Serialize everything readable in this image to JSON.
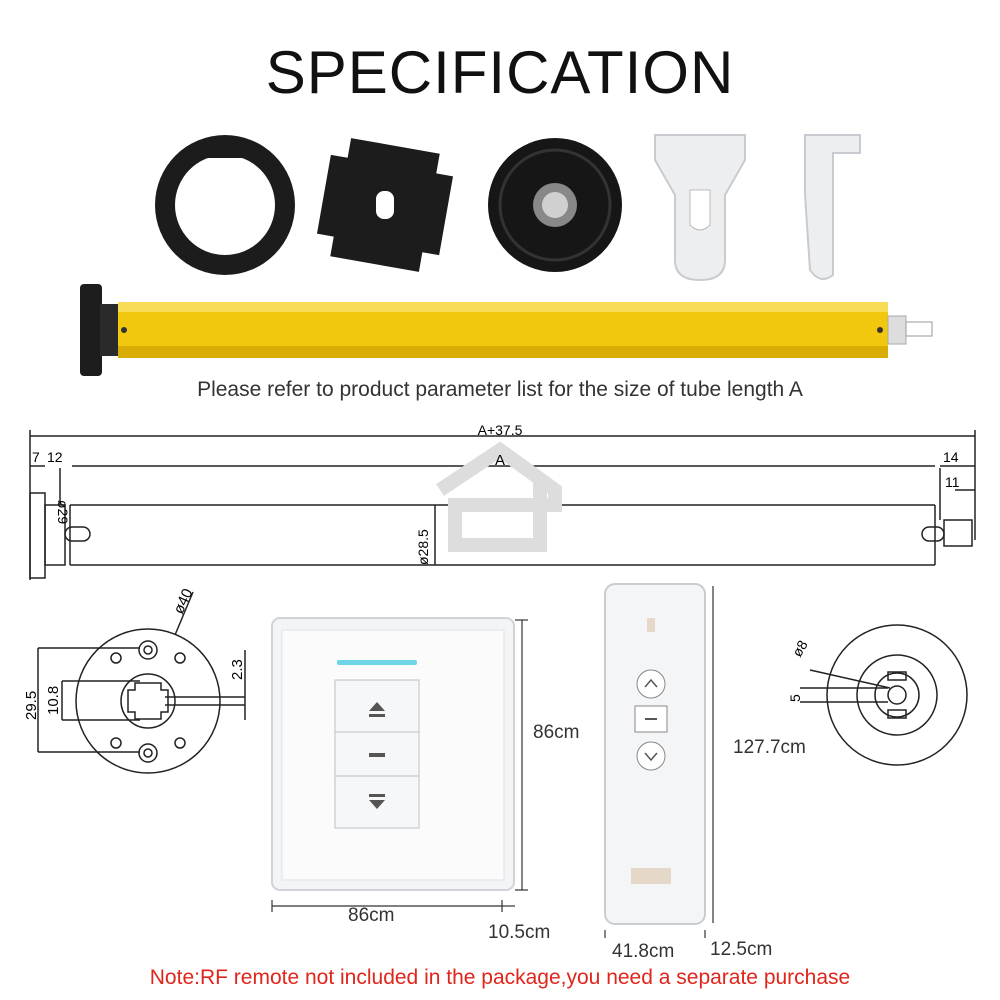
{
  "title": "SPECIFICATION",
  "caption": "Please refer to product parameter list for the size of tube length A",
  "note": "Note:RF remote not included in the package,you need a separate purchase",
  "colors": {
    "tube": "#f2c80f",
    "note": "#e0251b",
    "parts": "#1a1a1a"
  },
  "tube_drawing": {
    "total_length": "A+37.5",
    "length": "A",
    "left_offset_1": "7",
    "left_offset_2": "12",
    "head_diameter": "ø29",
    "tube_diameter": "ø28.5",
    "right_offset_1": "14",
    "right_offset_2": "11"
  },
  "flange_drawing": {
    "diameter": "ø40",
    "hole_spacing": "29.5",
    "shaft_width": "10.8",
    "key_depth": "2.3"
  },
  "wall_switch": {
    "height": "86cm",
    "width": "86cm",
    "depth": "10.5cm"
  },
  "remote": {
    "height": "127.7cm",
    "width": "41.8cm",
    "depth": "12.5cm"
  },
  "endcap_drawing": {
    "diameter": "ø8",
    "key": "5"
  }
}
